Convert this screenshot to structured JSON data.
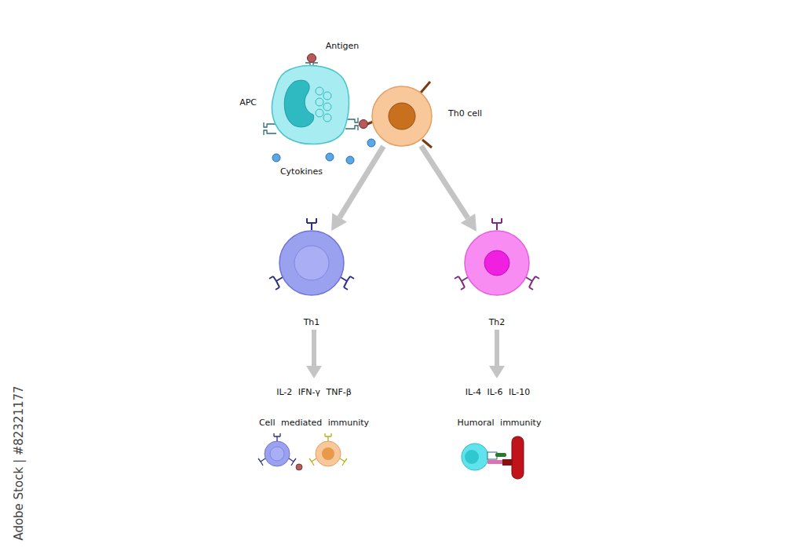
{
  "diagram": {
    "nodes": [
      {
        "text": [
          "APC"
        ]
      },
      {
        "text": [
          "Th0 cell"
        ]
      },
      {
        "text": [
          "Th1"
        ]
      },
      {
        "text": [
          "Th2"
        ]
      }
    ],
    "edges": [
      {
        "from": 1,
        "to": 2,
        "arrow": "to"
      },
      {
        "from": 1,
        "to": 3,
        "arrow": "to"
      }
    ],
    "labels": [
      "Antigen",
      "Cytokines",
      "IL-2 IFN-γ TNF-β",
      "Cell mediated immunity",
      "IL-4 IL-6 IL-10",
      "Humoral immunity",
      "Adobe Stock | #82321177"
    ]
  }
}
